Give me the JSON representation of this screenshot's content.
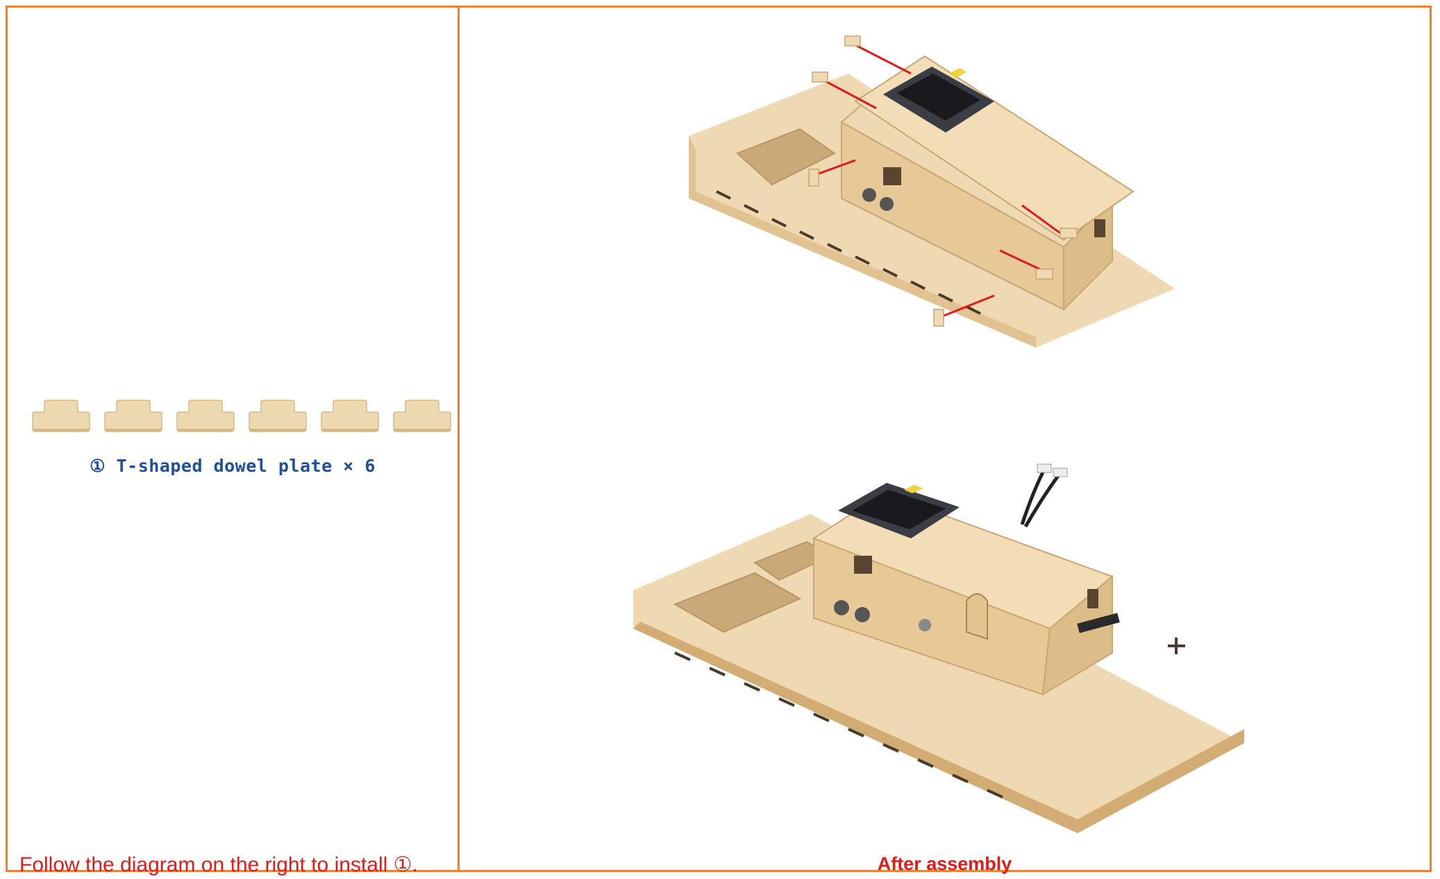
{
  "left_panel": {
    "parts_count": 6,
    "part_caption": "① T-shaped dowel plate × 6",
    "instruction": "Follow the diagram on the right to install ①."
  },
  "right_panel": {
    "after_label": "After assembly"
  },
  "colors": {
    "border": "#E8843A",
    "caption_blue": "#1F4E9E",
    "label_red": "#E01B1B",
    "wood": "#EAD3A8",
    "arrow_red": "#E0191E"
  },
  "icons": {
    "part": "t-shaped-dowel-plate-icon",
    "model_exploded": "exploded-house-model-illustration",
    "model_assembled": "assembled-house-model-illustration"
  }
}
